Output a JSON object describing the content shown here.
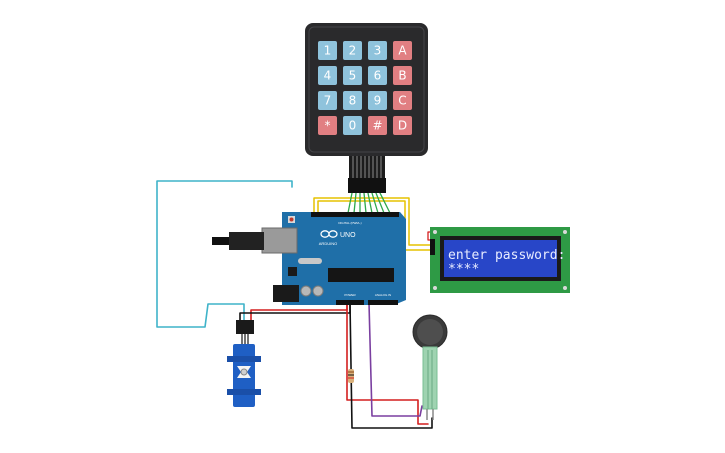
{
  "keypad": {
    "rows": [
      [
        "1",
        "2",
        "3",
        "A"
      ],
      [
        "4",
        "5",
        "6",
        "B"
      ],
      [
        "7",
        "8",
        "9",
        "C"
      ],
      [
        "*",
        "0",
        "#",
        "D"
      ]
    ],
    "colors": {
      "number": "#8fc3dc",
      "letter": "#e17f82",
      "body": "#2a2a2c"
    }
  },
  "lcd": {
    "line1": "enter password:",
    "line2": "****",
    "colors": {
      "pcb": "#2e9a45",
      "screen": "#2846c8"
    }
  },
  "arduino": {
    "logo_text": "ARDUINO",
    "model": "UNO",
    "header_digital": "DIGITAL (PWM~)",
    "header_power": "POWER",
    "header_analog": "ANALOG IN",
    "color": "#1f6fa8"
  },
  "wires": {
    "colors": {
      "teal": "#3fb3c9",
      "yellow": "#e6c200",
      "green": "#2ea84a",
      "red": "#d41f1f",
      "black": "#111111",
      "purple": "#7a3fa0"
    }
  }
}
